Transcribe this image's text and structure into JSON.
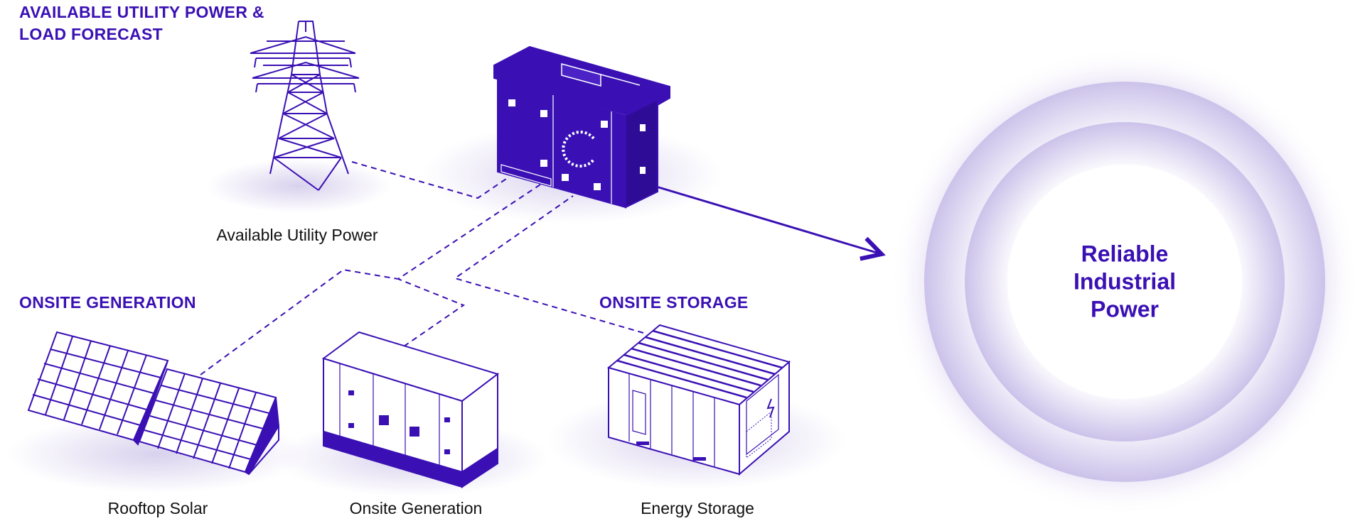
{
  "headings": {
    "utility_line1": "AVAILABLE UTILITY POWER &",
    "utility_line2": "LOAD FORECAST",
    "onsite_generation": "ONSITE GENERATION",
    "onsite_storage": "ONSITE STORAGE"
  },
  "captions": {
    "utility": "Available Utility Power",
    "solar": "Rooftop Solar",
    "generation": "Onsite Generation",
    "storage": "Energy Storage"
  },
  "hub": {
    "line1": "Reliable",
    "line2": "Industrial",
    "line3": "Power"
  },
  "colors": {
    "brand": "#3a10b4",
    "text": "#111111",
    "glow": "#d9d2ef"
  }
}
